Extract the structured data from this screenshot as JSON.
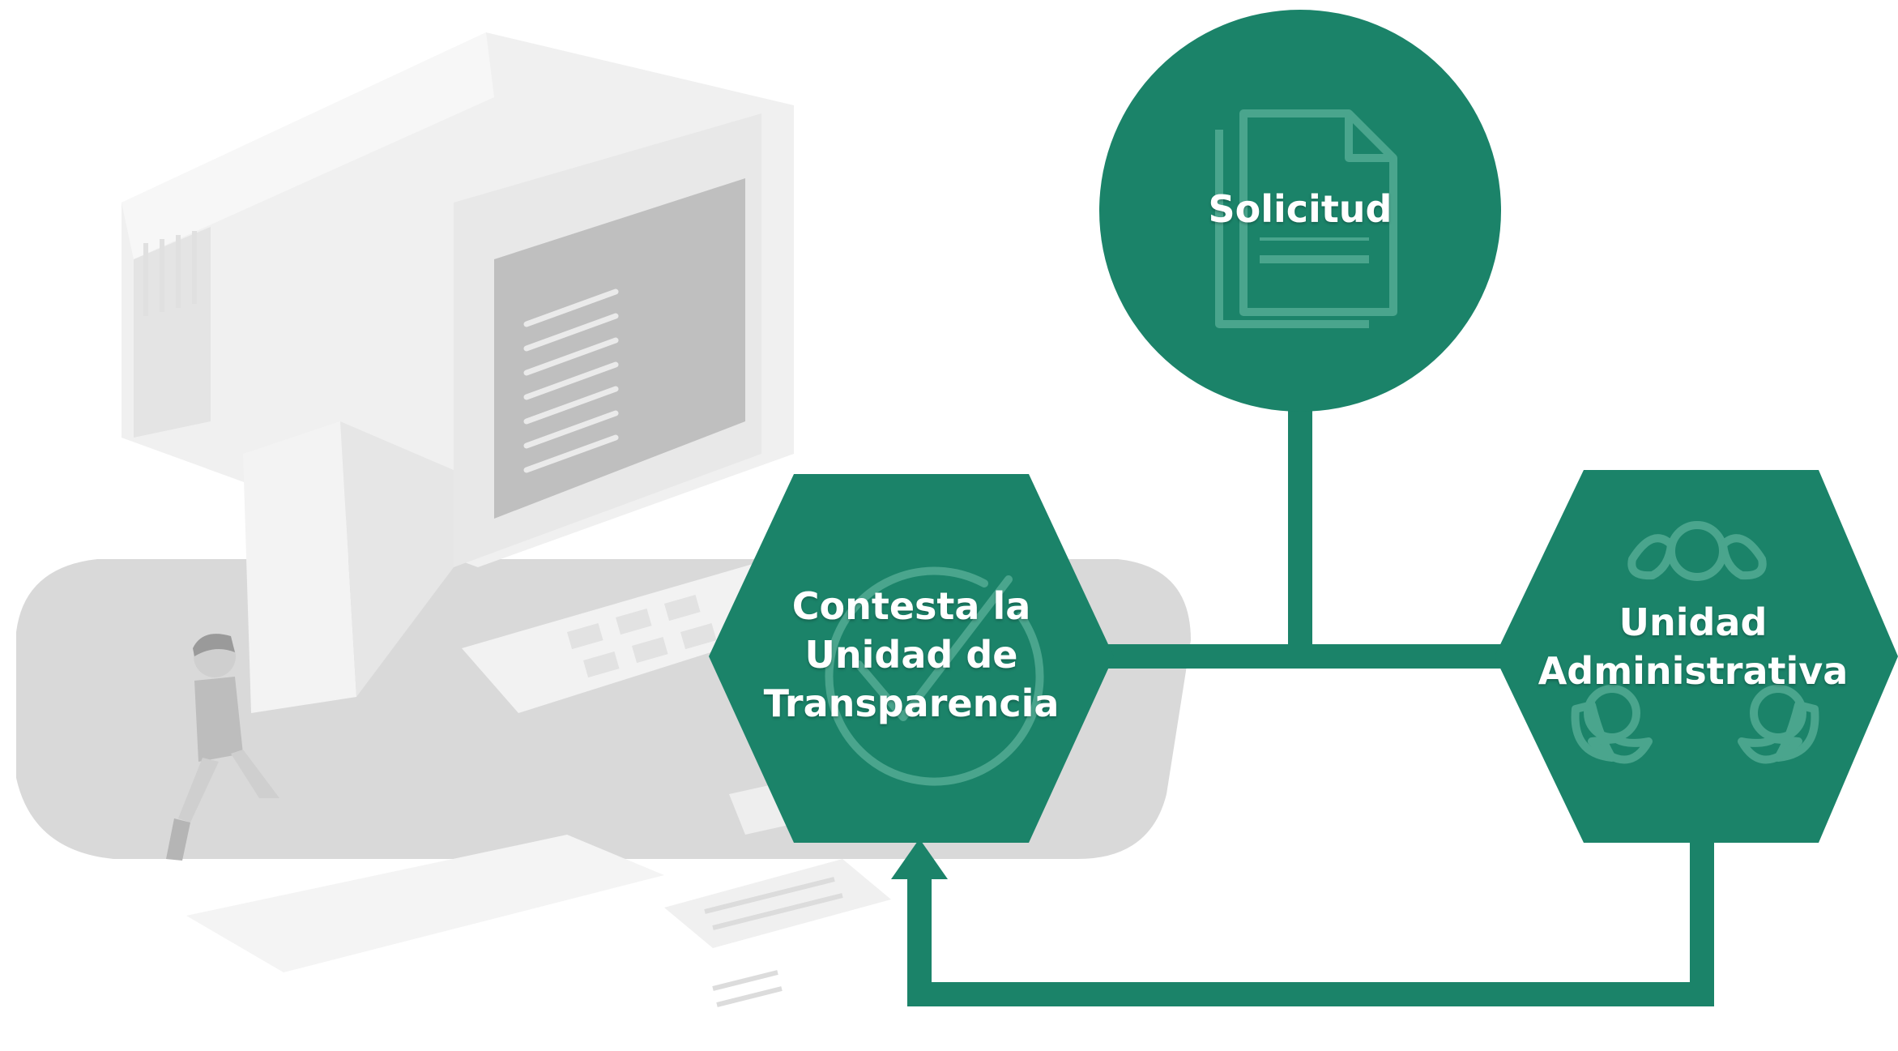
{
  "colors": {
    "primary": "#1b8369",
    "icon_overlay": "#4aa58d",
    "illustration_light": "#ededed",
    "illustration_mid": "#d8d8d8",
    "illustration_dark": "#c8c8c8"
  },
  "nodes": {
    "solicitud": {
      "label": "Solicitud",
      "icon": "document-icon",
      "shape": "circle"
    },
    "contesta": {
      "lines": [
        "Contesta la",
        "Unidad de",
        "Transparencia"
      ],
      "icon": "checkmark-icon",
      "shape": "hexagon"
    },
    "unidad_admin": {
      "lines": [
        "Unidad",
        "Administrativa"
      ],
      "icon": "people-network-icon",
      "shape": "hexagon"
    }
  },
  "illustration": {
    "subject": "computer-with-person",
    "icons": [
      "computer-icon",
      "keyboard-icon",
      "person-icon"
    ]
  }
}
